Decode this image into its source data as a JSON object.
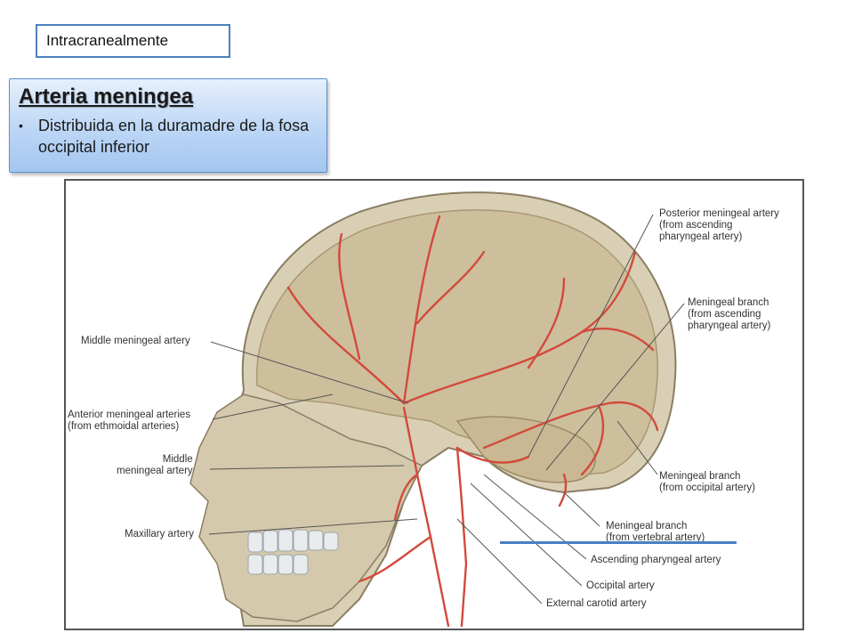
{
  "header_box": {
    "text": "Intracranealmente"
  },
  "callout": {
    "title": "Arteria meningea",
    "bullet": "Distribuida en la duramadre de la fosa occipital inferior"
  },
  "figure": {
    "labels": {
      "posterior_meningeal": "Posterior meningeal artery\n(from ascending\npharyngeal artery)",
      "meningeal_branch_ascending": "Meningeal branch\n(from ascending\npharyngeal artery)",
      "meningeal_branch_occipital": "Meningeal branch\n(from occipital artery)",
      "meningeal_branch_vertebral": "Meningeal branch\n(from vertebral artery)",
      "ascending_pharyngeal": "Ascending pharyngeal artery",
      "occipital": "Occipital artery",
      "external_carotid": "External carotid artery",
      "middle_meningeal": "Middle meningeal artery",
      "anterior_meningeal": "Anterior meningeal arteries\n(from ethmoidal arteries)",
      "middle_meningeal_2": "Middle\nmeningeal artery",
      "maxillary": "Maxillary artery"
    },
    "colors": {
      "bone": "#d9cfb4",
      "skull_inner": "#cdbf9c",
      "artery": "#d24a3c",
      "leader": "#555555"
    }
  },
  "annotation": {
    "underline_color": "#4a7fc0"
  }
}
